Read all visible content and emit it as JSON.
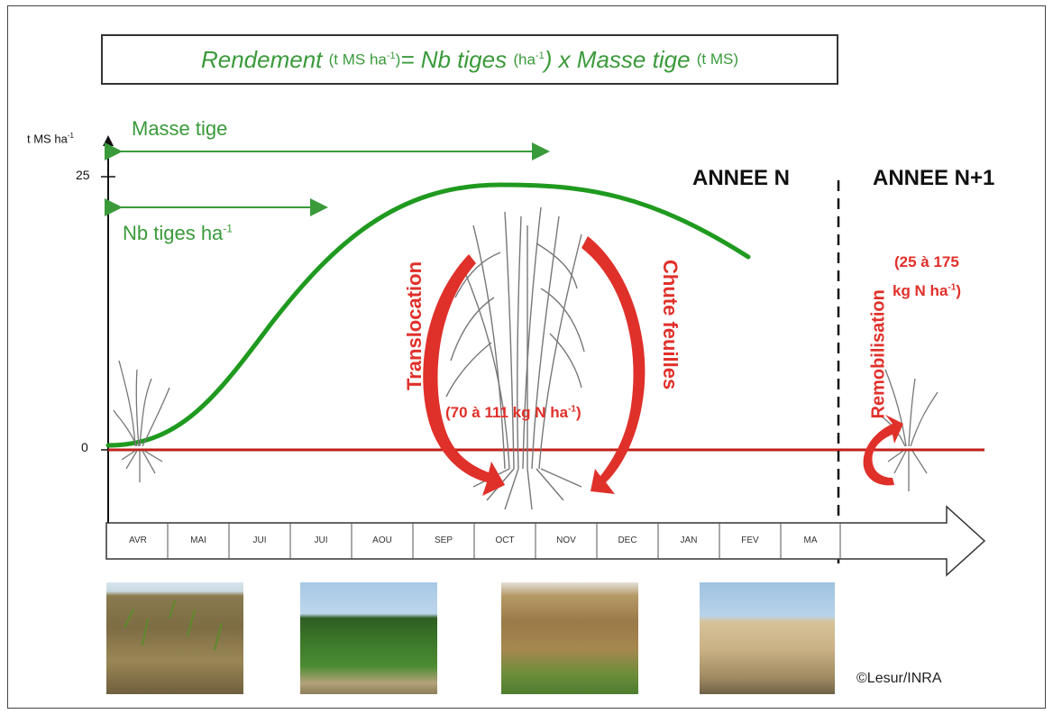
{
  "formula": {
    "rendement": "Rendement",
    "unit_rendement": "(t MS ha",
    "unit_exp": "-1",
    "unit_close": ")",
    "equals_nb": " = Nb tiges",
    "unit_ha": "(ha",
    "unit_ha_exp": "-1",
    "times_masse": ") x Masse tige",
    "unit_tms": "(t MS)"
  },
  "axis": {
    "y_unit": "t MS ha",
    "y_unit_exp": "-1",
    "tick_25": "25",
    "tick_0": "0"
  },
  "arrows": {
    "masse_tige": "Masse tige",
    "nb_tiges": "Nb tiges ha",
    "nb_tiges_exp": "-1"
  },
  "years": {
    "annee_n": "ANNEE N",
    "annee_n1": "ANNEE N+1"
  },
  "processes": {
    "translocation": "Translocation",
    "chute_feuilles": "Chute feuilles",
    "remobilisation": "Remobilisation",
    "n_range_1": "(70 à 111 kg N ha",
    "n_range_1_exp": "-1",
    "n_range_1_close": ")",
    "n_range_2_line1": "(25 à 175",
    "n_range_2_line2": "kg N ha",
    "n_range_2_exp": "-1",
    "n_range_2_close": ")"
  },
  "months": [
    "AVR",
    "MAI",
    "JUI",
    "JUI",
    "AOU",
    "SEP",
    "OCT",
    "NOV",
    "DEC",
    "JAN",
    "FEV",
    "MA"
  ],
  "credit": "©Lesur/INRA",
  "colors": {
    "green": "#3a9a3a",
    "red": "#e0302a",
    "dark_red": "#c0201a"
  }
}
